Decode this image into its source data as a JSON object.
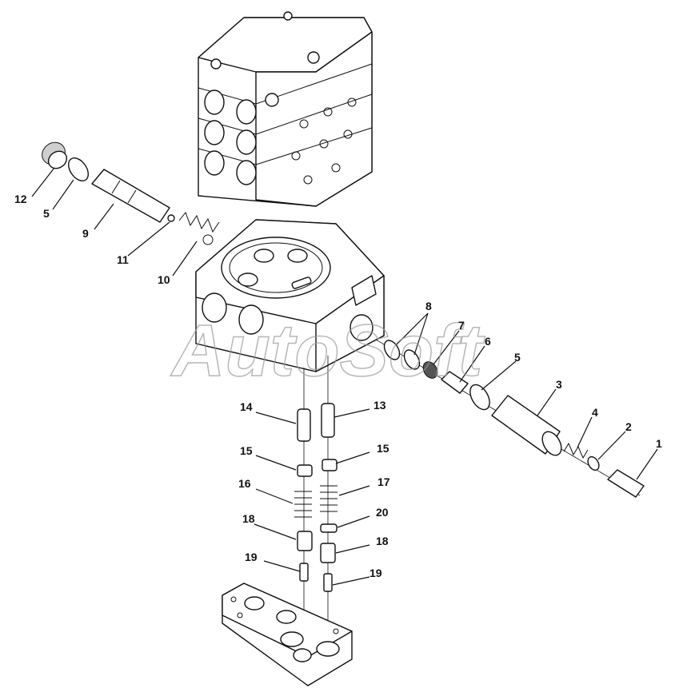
{
  "watermark": "AutoSoft",
  "callouts": [
    {
      "label": "12"
    },
    {
      "label": "5"
    },
    {
      "label": "9"
    },
    {
      "label": "11"
    },
    {
      "label": "10"
    },
    {
      "label": "8"
    },
    {
      "label": "7"
    },
    {
      "label": "6"
    },
    {
      "label": "5"
    },
    {
      "label": "3"
    },
    {
      "label": "4"
    },
    {
      "label": "2"
    },
    {
      "label": "1"
    },
    {
      "label": "14"
    },
    {
      "label": "13"
    },
    {
      "label": "15"
    },
    {
      "label": "15"
    },
    {
      "label": "16"
    },
    {
      "label": "17"
    },
    {
      "label": "20"
    },
    {
      "label": "18"
    },
    {
      "label": "18"
    },
    {
      "label": "19"
    },
    {
      "label": "19"
    }
  ]
}
